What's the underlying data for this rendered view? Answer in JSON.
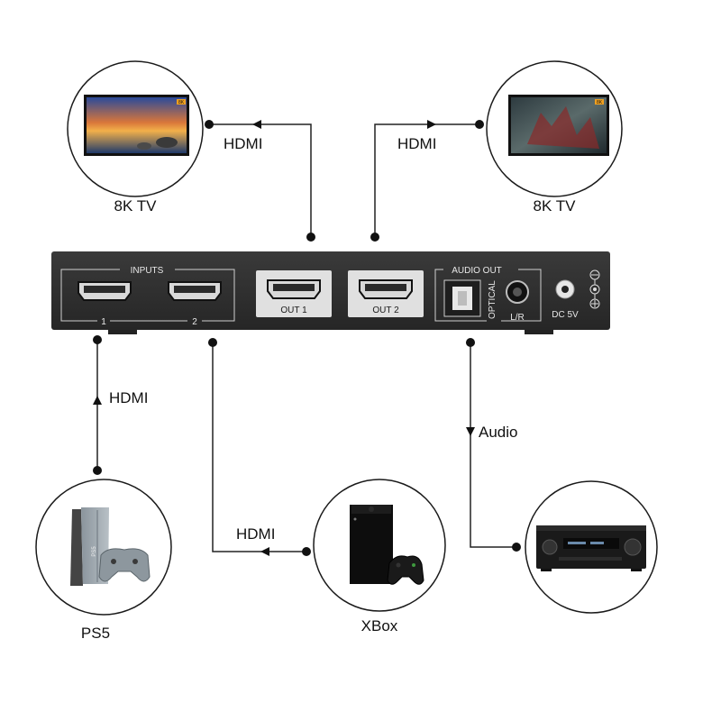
{
  "devices": {
    "tv_left": {
      "label": "8K TV",
      "badge": "8K"
    },
    "tv_right": {
      "label": "8K TV",
      "badge": "8K"
    },
    "ps5": {
      "label": "PS5",
      "text": "PS5"
    },
    "xbox": {
      "label": "XBox"
    },
    "receiver": {
      "label": ""
    }
  },
  "connections": {
    "out1": "HDMI",
    "out2": "HDMI",
    "in1": "HDMI",
    "in2": "HDMI",
    "audio": "Audio"
  },
  "panel": {
    "inputs_title": "INPUTS",
    "input1": "1",
    "input2": "2",
    "out1": "OUT 1",
    "out2": "OUT 2",
    "audio_out_title": "AUDIO OUT",
    "optical": "OPTICAL",
    "lr": "L/R",
    "dc": "DC 5V"
  }
}
